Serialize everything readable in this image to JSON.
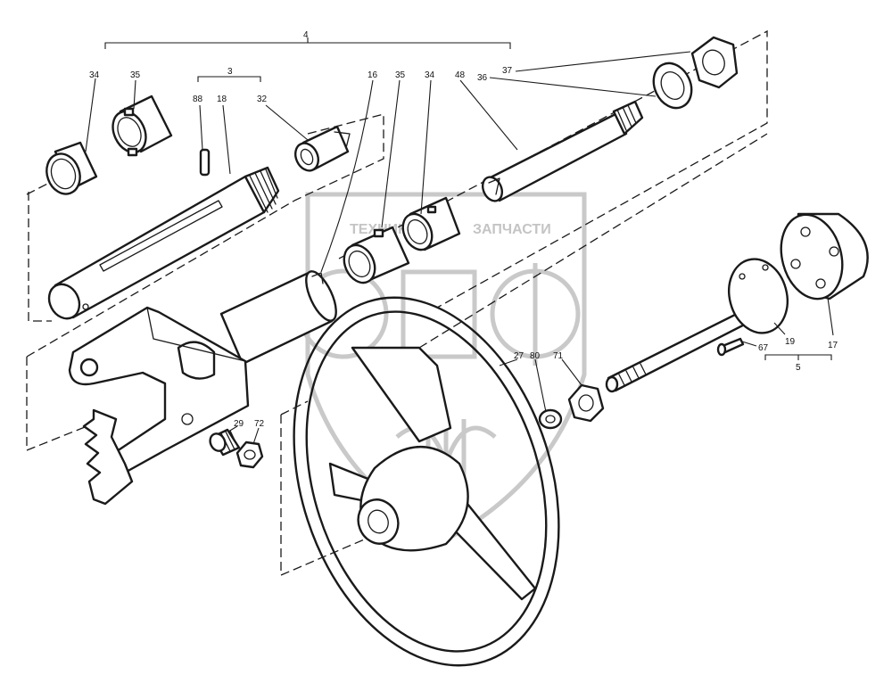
{
  "watermark": {
    "text_left": "ТЕХНИКА",
    "text_right": "ЗАПЧАСТИ",
    "logo_letters": "ЭПФ"
  },
  "labels": {
    "l4": "4",
    "l34a": "34",
    "l35a": "35",
    "l3": "3",
    "l88": "88",
    "l18": "18",
    "l32": "32",
    "l16": "16",
    "l35b": "35",
    "l34b": "34",
    "l48": "48",
    "l36": "36",
    "l37": "37",
    "l27": "27",
    "l80": "80",
    "l71": "71",
    "l67": "67",
    "l19": "19",
    "l17": "17",
    "l5": "5",
    "l29": "29",
    "l72": "72"
  }
}
